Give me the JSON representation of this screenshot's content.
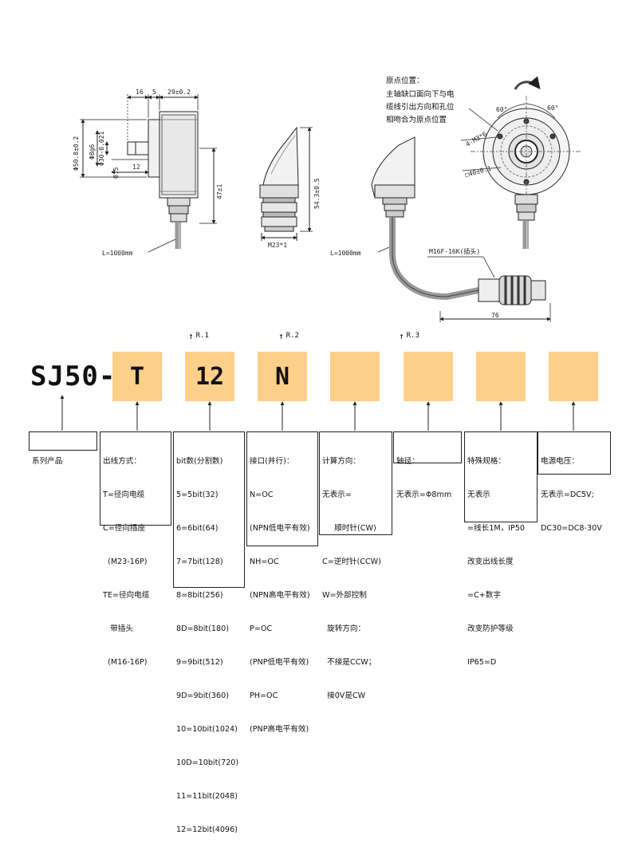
{
  "drawings": {
    "side_view": {
      "dims_top": [
        "16",
        "5",
        "29±0.2"
      ],
      "dim_diameter": "Φ50.8±0.2",
      "dim_shaft": "Φ8g6",
      "dim_shaft_small": "Φ30-0.021",
      "dim_12": "12",
      "dim_05": "0.5",
      "dim_height": "47±1",
      "cable_length": "L=1000mm"
    },
    "connector_view": {
      "dim_height": "54.3±0.5",
      "thread": "M23*1"
    },
    "cable_view": {
      "cable_length": "L=1000mm",
      "plug_label": "M16F-16K(插头)",
      "plug_length": "76"
    },
    "front_view": {
      "origin_note": [
        "原点位置：",
        "主轴缺口面向下与电",
        "缆线引出方向和孔位",
        "相吻合为原点位置"
      ],
      "angle_left": "60°",
      "angle_right": "60°",
      "holes": "4-M3*6",
      "pcd": "□40±0.1"
    }
  },
  "code": {
    "model": "SJ50-",
    "refs": [
      "R.1",
      "R.2",
      "R.3"
    ],
    "boxes": [
      "T",
      "12",
      "N",
      "",
      "",
      "",
      ""
    ]
  },
  "descriptions": [
    {
      "title": "系列产品",
      "lines": []
    },
    {
      "title": "出线方式：",
      "lines": [
        "T=径向电缆",
        "C=径向插座",
        "  (M23-16P)",
        "TE=径向电缆",
        "   带插头",
        "  (M16-16P)"
      ]
    },
    {
      "title": "bit数(分割数)",
      "lines": [
        "5=5bit(32)",
        "6=6bit(64)",
        "7=7bit(128)",
        "8=8bit(256)",
        "8D=8bit(180)",
        "9=9bit(512)",
        "9D=9bit(360)",
        "10=10bit(1024)",
        "10D=10bit(720)",
        "11=11bit(2048)",
        "12=12bit(4096)"
      ]
    },
    {
      "title": "接口(并行)：",
      "lines": [
        "N=OC",
        "(NPN低电平有效)",
        "NH=OC",
        "(NPN高电平有效)",
        "P=OC",
        "(PNP低电平有效)",
        "PH=OC",
        "(PNP高电平有效)"
      ]
    },
    {
      "title": "计算方向：",
      "lines": [
        "无表示=",
        "     顺时针(CW)",
        "C=逆时针(CCW)",
        "W=外部控制",
        "  旋转方向：",
        "  不接是CCW；",
        "  接0V是CW"
      ]
    },
    {
      "title": "轴径：",
      "lines": [
        "无表示=Φ8mm"
      ]
    },
    {
      "title": "特殊规格：",
      "lines": [
        "无表示",
        "=线长1M，IP50",
        "改变出线长度",
        "=C+数字",
        "改变防护等级",
        "IP65=D"
      ]
    },
    {
      "title": "电源电压：",
      "lines": [
        "无表示=DC5V;",
        "DC30=DC8-30V"
      ]
    }
  ]
}
